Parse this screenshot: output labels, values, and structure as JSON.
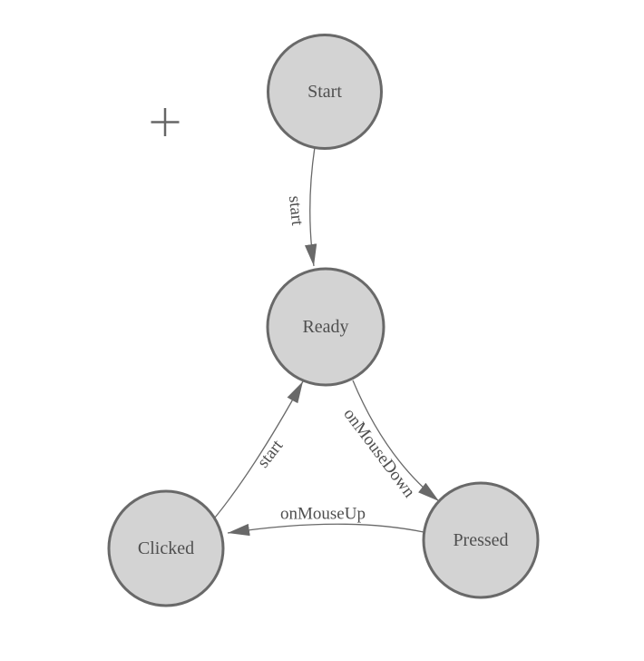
{
  "diagram": {
    "type": "state-machine",
    "background": "#ffffff",
    "cursor_icon": "crosshair",
    "colors": {
      "node_fill": "#d3d3d3",
      "node_stroke": "#696969",
      "edge_stroke": "#696969",
      "label_text": "#4f4f4f",
      "crosshair": "#666666"
    },
    "nodes": [
      {
        "id": "start",
        "label": "Start"
      },
      {
        "id": "ready",
        "label": "Ready"
      },
      {
        "id": "clicked",
        "label": "Clicked"
      },
      {
        "id": "pressed",
        "label": "Pressed"
      }
    ],
    "edges": [
      {
        "from": "start",
        "to": "ready",
        "label": "start"
      },
      {
        "from": "clicked",
        "to": "ready",
        "label": "start"
      },
      {
        "from": "ready",
        "to": "pressed",
        "label": "onMouseDown"
      },
      {
        "from": "pressed",
        "to": "clicked",
        "label": "onMouseUp"
      }
    ]
  }
}
